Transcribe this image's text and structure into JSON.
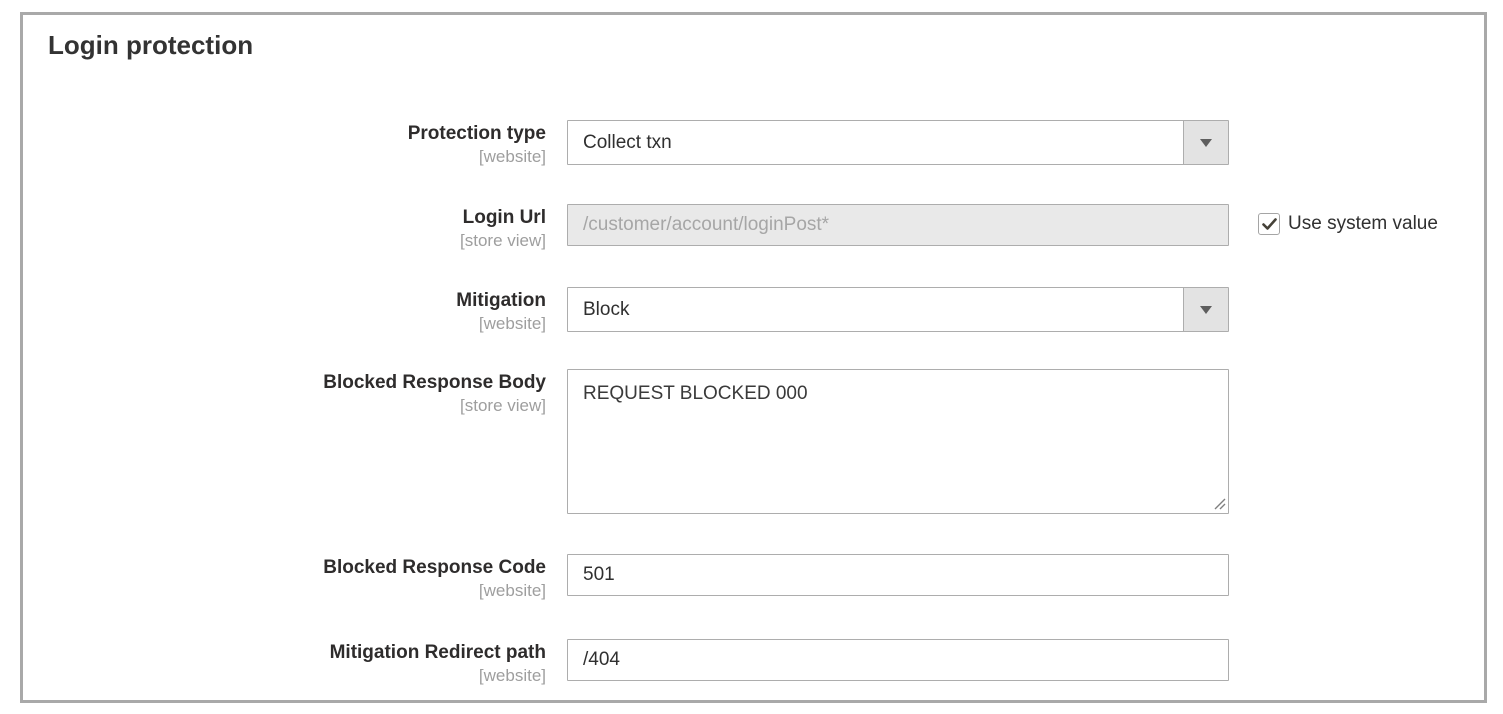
{
  "section": {
    "title": "Login protection"
  },
  "colors": {
    "panel_border": "#a9a9a9",
    "input_border": "#adadad",
    "disabled_bg": "#e9e9e9",
    "disabled_text": "#a6a6a6",
    "select_arrow_bg": "#e3e3e3",
    "label_text": "#2e2c2c",
    "scope_text": "#9e9e9e",
    "value_text": "#303030"
  },
  "icons": {
    "dropdown_arrow": "triangle-down",
    "checkbox_check": "checkmark",
    "textarea_resize": "diagonal-grip"
  },
  "fields": {
    "protection_type": {
      "label": "Protection type",
      "scope": "[website]",
      "type": "select",
      "value": "Collect txn"
    },
    "login_url": {
      "label": "Login Url",
      "scope": "[store view]",
      "type": "text",
      "value": "/customer/account/loginPost*",
      "disabled": true,
      "checkbox_label": "Use system value",
      "checkbox_checked": true
    },
    "mitigation": {
      "label": "Mitigation",
      "scope": "[website]",
      "type": "select",
      "value": "Block"
    },
    "blocked_response_body": {
      "label": "Blocked Response Body",
      "scope": "[store view]",
      "type": "textarea",
      "value": "REQUEST BLOCKED 000"
    },
    "blocked_response_code": {
      "label": "Blocked Response Code",
      "scope": "[website]",
      "type": "text",
      "value": "501"
    },
    "mitigation_redirect_path": {
      "label": "Mitigation Redirect path",
      "scope": "[website]",
      "type": "text",
      "value": "/404"
    }
  }
}
